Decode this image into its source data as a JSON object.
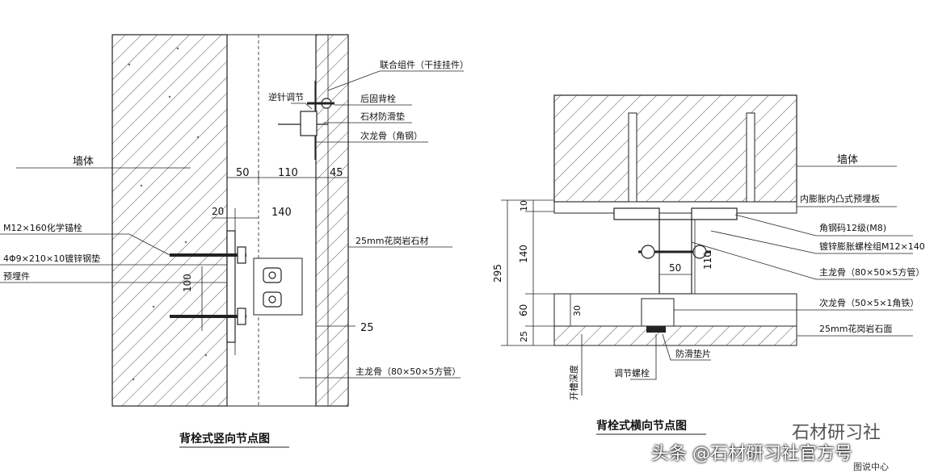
{
  "left_drawing": {
    "title": "背栓式竖向节点图",
    "labels": {
      "connector": "联合组件（干挂挂件）",
      "adjust_bolt": "逆针调节",
      "back_bolt": "后固背栓",
      "stone_washer": "石材防滑垫",
      "support_angle": "次龙骨（角钢）",
      "wall": "墙体",
      "chem_bolt": "M12×160化学锚栓",
      "plate": "4Φ9×210×10镀锌钢垫",
      "embed": "预埋件",
      "stone": "25mm花岗岩石材",
      "main_keel": "主龙骨（80×50×5方管）"
    },
    "dims": {
      "d50": "50",
      "d110": "110",
      "d45": "45",
      "d20": "20",
      "d140": "140",
      "d100": "100",
      "d25": "25"
    }
  },
  "right_drawing": {
    "title": "背栓式横向节点图",
    "labels": {
      "wall": "墙体",
      "embed_plate": "内膨胀内凸式预埋板",
      "angle": "角钢码12级(M8)",
      "bolt": "镀锌膨胀螺栓组M12×140",
      "main_keel": "主龙骨（80×50×5方管）",
      "sub_keel": "次龙骨（50×5×1角铁）",
      "stone": "25mm花岗岩石面",
      "spacer": "防滑垫片",
      "adjust": "调节螺栓",
      "slot": "开槽深度"
    },
    "dims": {
      "d295": "295",
      "d10": "10",
      "d140": "140",
      "d60": "60",
      "d25": "25",
      "d50": "50",
      "d110": "110",
      "d30": "30"
    }
  },
  "watermark": {
    "line1": "石材研习社",
    "line2": "头条 @石材研习社官方号",
    "corner": "图说中心"
  },
  "colors": {
    "line": "#222222",
    "hatch": "#555555"
  }
}
